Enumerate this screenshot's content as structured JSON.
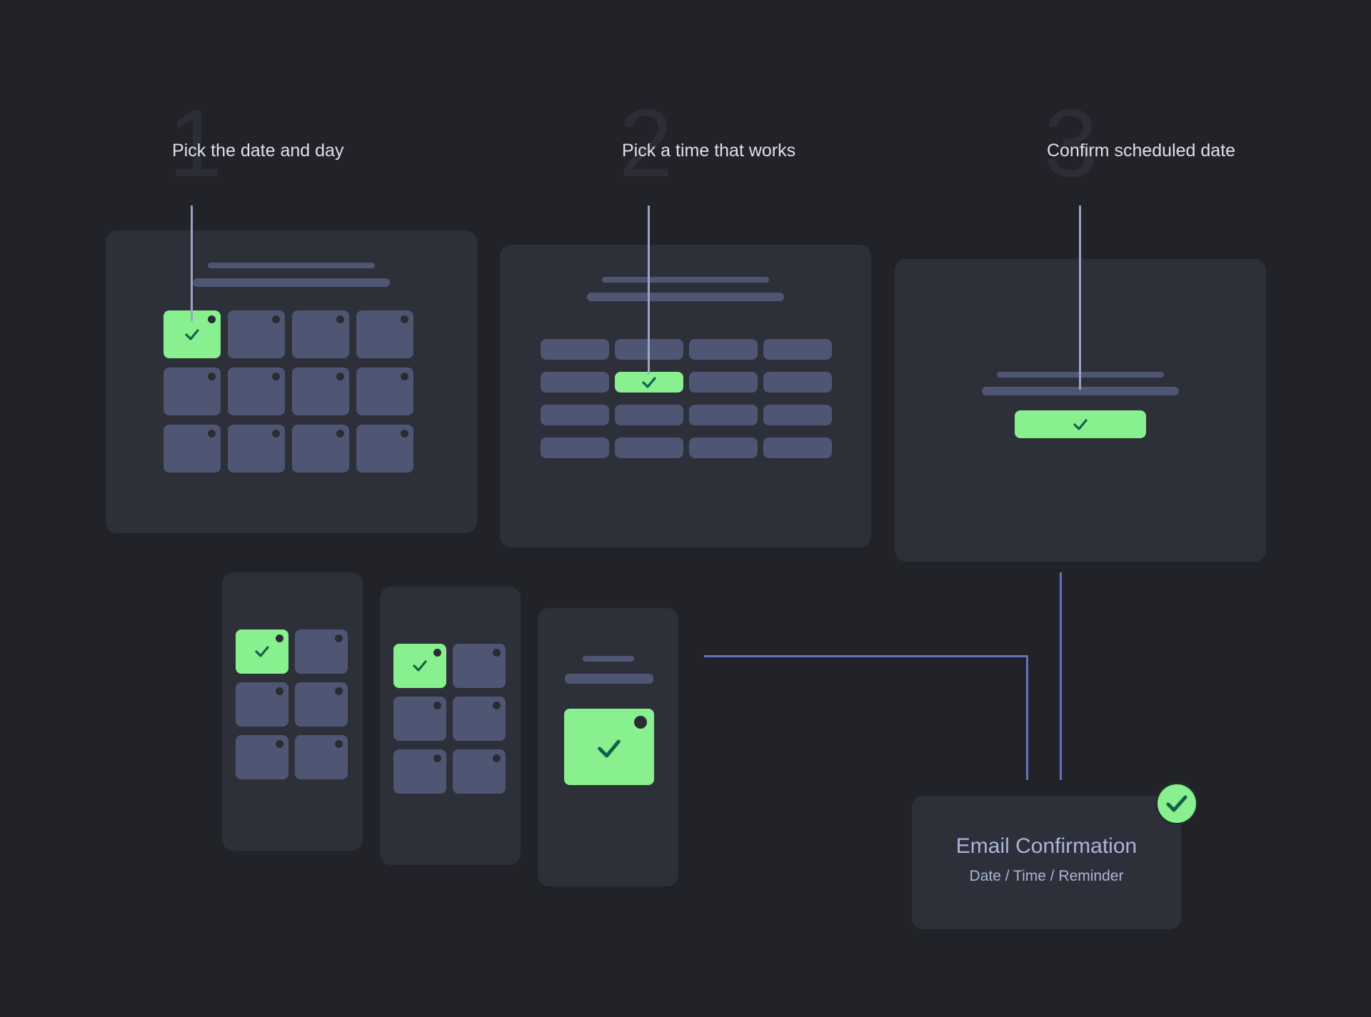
{
  "steps": [
    {
      "number": "1",
      "label": "Pick the date and day"
    },
    {
      "number": "2",
      "label": "Pick a time that works"
    },
    {
      "number": "3",
      "label": "Confirm scheduled date"
    }
  ],
  "email": {
    "title": "Email Confirmation",
    "subtitle": "Date / Time / Reminder"
  },
  "icons": {
    "selection": "check-icon",
    "email_status": "check-circle-icon"
  },
  "colors": {
    "background": "#222229",
    "panel": "#2e3039",
    "placeholder": "#4f5674",
    "selected": "#88f08e",
    "check": "#16604a",
    "connector": "#9aa4c6",
    "flow_line": "#6472c0"
  }
}
